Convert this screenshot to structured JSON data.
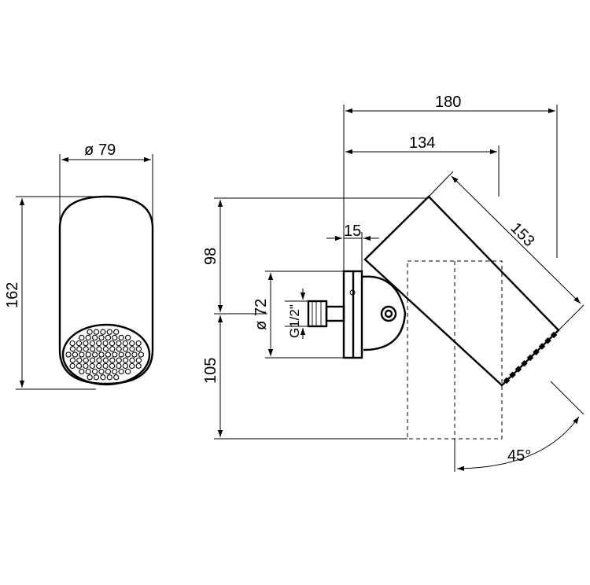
{
  "dimensions": {
    "diameter_79": "79",
    "height_162": "162",
    "width_180": "180",
    "width_134": "134",
    "length_153": "153",
    "depth_15": "15",
    "height_98": "98",
    "height_105": "105",
    "diameter_72": "72",
    "thread": "G1/2\"",
    "angle": "45°"
  },
  "symbols": {
    "diameter": "ø"
  }
}
